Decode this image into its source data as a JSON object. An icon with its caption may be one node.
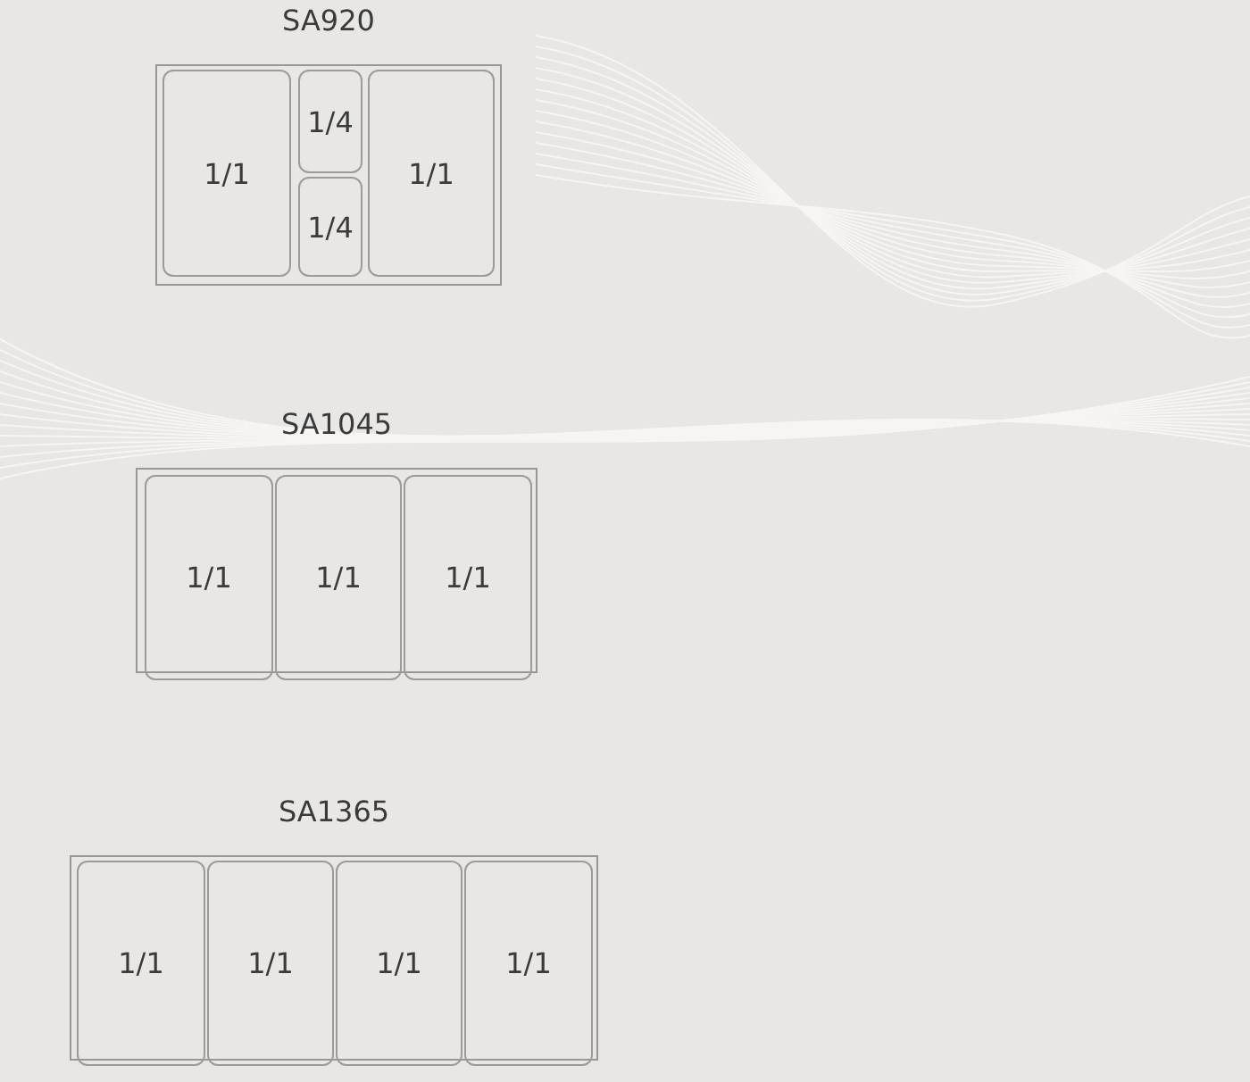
{
  "diagram": {
    "nodes": [
      {
        "text": [
          "SA920"
        ]
      },
      {
        "text": [
          "1/1"
        ],
        "in": 0
      },
      {
        "text": [
          "1/4"
        ],
        "in": 0
      },
      {
        "text": [
          "1/4"
        ],
        "in": 0
      },
      {
        "text": [
          "1/1"
        ],
        "in": 0
      },
      {
        "text": [
          "SA1045"
        ]
      },
      {
        "text": [
          "1/1"
        ],
        "in": 5
      },
      {
        "text": [
          "1/1"
        ],
        "in": 5
      },
      {
        "text": [
          "1/1"
        ],
        "in": 5
      },
      {
        "text": [
          "SA1365"
        ]
      },
      {
        "text": [
          "1/1"
        ],
        "in": 9
      },
      {
        "text": [
          "1/1"
        ],
        "in": 9
      },
      {
        "text": [
          "1/1"
        ],
        "in": 9
      },
      {
        "text": [
          "1/1"
        ],
        "in": 9
      }
    ]
  }
}
